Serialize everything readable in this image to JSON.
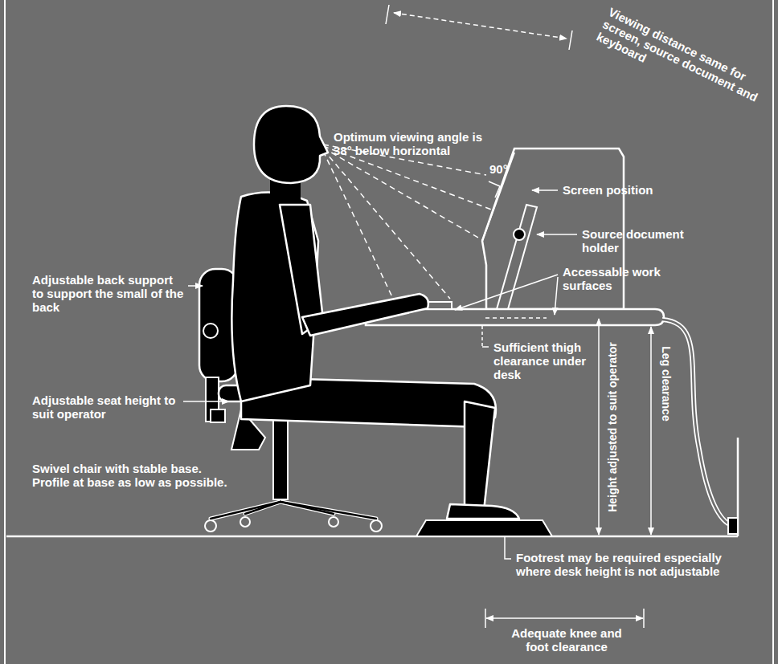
{
  "diagram": {
    "labels": [
      "Viewing distance same for screen, source document and keyboard",
      "Optimum viewing angle is 38° below horizontal",
      "90°",
      "Screen position",
      "Source document holder",
      "Accessable work surfaces",
      "Adjustable back support to support the small of the back",
      "Sufficient thigh clearance under desk",
      "Adjustable seat height to suit operator",
      "Swivel chair with stable base. Profile at base as low as possible.",
      "Height adjusted to suit operator",
      "Leg clearance",
      "Footrest may be required especially where desk height is not adjustable",
      "Adequate knee and foot clearance"
    ]
  }
}
